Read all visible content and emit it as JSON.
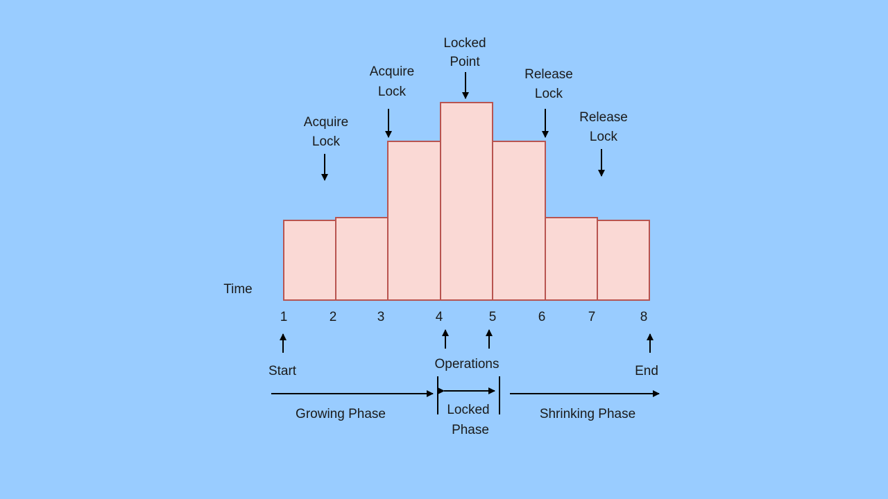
{
  "colors": {
    "background": "#99ccff",
    "bar_fill": "#fad9d5",
    "bar_stroke": "#b85450",
    "arrow": "#000000",
    "text": "#1a1a1a"
  },
  "axis_label": "Time",
  "ticks": [
    "1",
    "2",
    "3",
    "4",
    "5",
    "6",
    "7",
    "8"
  ],
  "lock_levels": [
    1,
    2,
    3,
    4,
    3,
    2,
    1
  ],
  "annotations": {
    "acquire_lock_1": [
      "Acquire",
      "Lock"
    ],
    "acquire_lock_2": [
      "Acquire",
      "Lock"
    ],
    "locked_point": [
      "Locked",
      "Point"
    ],
    "release_lock_1": [
      "Release",
      "Lock"
    ],
    "release_lock_2": [
      "Release",
      "Lock"
    ]
  },
  "markers": {
    "start": "Start",
    "operations": "Operations",
    "end": "End"
  },
  "phases": {
    "growing": "Growing Phase",
    "locked": [
      "Locked",
      "Phase"
    ],
    "shrinking": "Shrinking Phase"
  }
}
